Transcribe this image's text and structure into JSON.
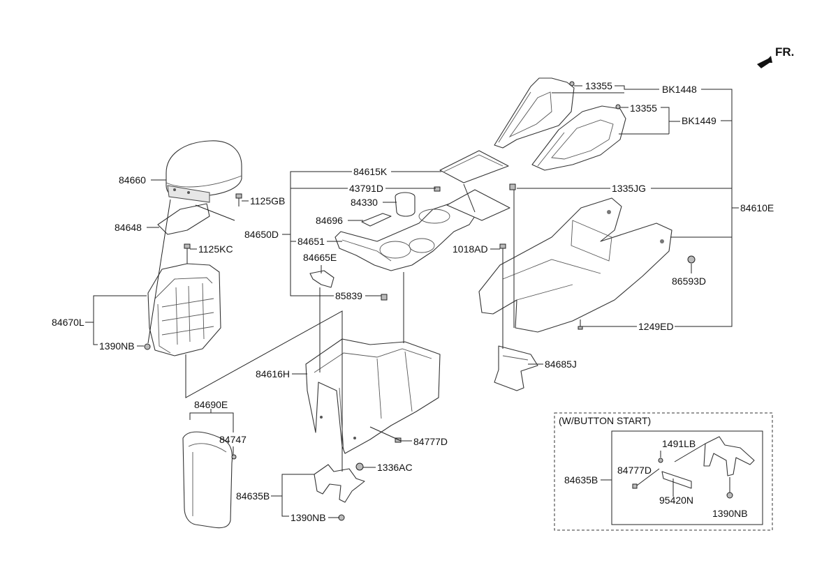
{
  "direction_label": "FR.",
  "inset_title": "(W/BUTTON START)",
  "labels": {
    "p13355_a": "13355",
    "bk1448": "BK1448",
    "p13355_b": "13355",
    "bk1449": "BK1449",
    "p84615k": "84615K",
    "p84660": "84660",
    "p43791d": "43791D",
    "p1335jg": "1335JG",
    "p84330": "84330",
    "p1125gb": "1125GB",
    "p84610e": "84610E",
    "p84648": "84648",
    "p84696": "84696",
    "p84650d": "84650D",
    "p84651": "84651",
    "p1125kc": "1125KC",
    "p1018ad": "1018AD",
    "p84665e": "84665E",
    "p86593d": "86593D",
    "p85839": "85839",
    "p84670l": "84670L",
    "p1249ed": "1249ED",
    "p1390nb_a": "1390NB",
    "p84685j": "84685J",
    "p84616h": "84616H",
    "p84690e": "84690E",
    "p84747": "84747",
    "p84777d_a": "84777D",
    "p1336ac": "1336AC",
    "p84635b_a": "84635B",
    "p1390nb_b": "1390NB",
    "p1491lb": "1491LB",
    "p84777d_b": "84777D",
    "p84635b_b": "84635B",
    "p95420n": "95420N",
    "p1390nb_c": "1390NB"
  }
}
